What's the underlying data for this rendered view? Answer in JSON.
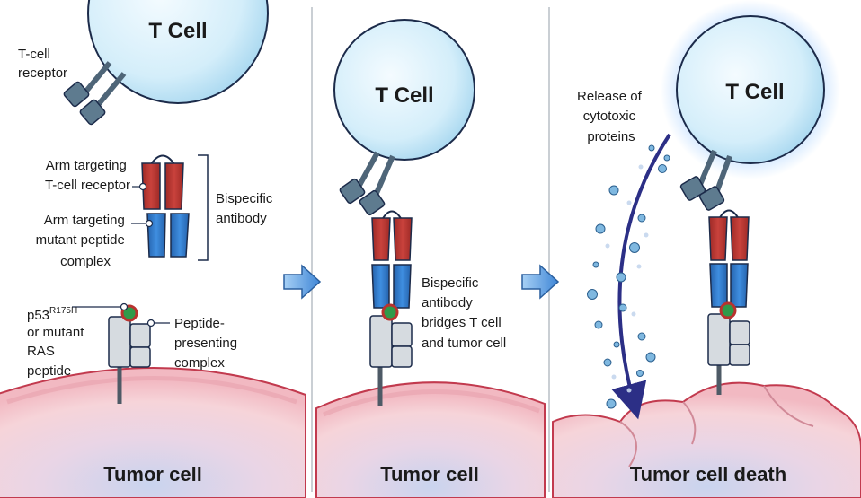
{
  "panel1": {
    "tcell_label": "T Cell",
    "tcr_label": [
      "T-cell",
      "receptor"
    ],
    "arm_tcr_label": [
      "Arm targeting",
      "T-cell receptor"
    ],
    "arm_peptide_label": [
      "Arm targeting",
      "mutant peptide",
      "complex"
    ],
    "bispecific_label": [
      "Bispecific",
      "antibody"
    ],
    "p53_label": "p53",
    "p53_superscript": "R175H",
    "mutant_label": [
      "or mutant",
      "RAS",
      "peptide"
    ],
    "ppc_label": [
      "Peptide-",
      "presenting",
      "complex"
    ],
    "tumor_label": "Tumor cell"
  },
  "panel2": {
    "tcell_label": "T Cell",
    "bridge_label": [
      "Bispecific",
      "antibody",
      "bridges T cell",
      "and tumor cell"
    ],
    "tumor_label": "Tumor cell"
  },
  "panel3": {
    "tcell_label": "T Cell",
    "release_label": [
      "Release of",
      "cytotoxic",
      "proteins"
    ],
    "tumor_label": "Tumor cell death"
  },
  "colors": {
    "tcell_fill": "#d4eefa",
    "tcell_stroke": "#1c2b4a",
    "receptor": "#5e7b8f",
    "antibody_red": "#b8332f",
    "antibody_blue": "#2f76c8",
    "mhc_gray": "#d6dbe0",
    "tumor_fill": "#f6d4d9",
    "tumor_stroke": "#c23a4e",
    "arrow_blue": "#4a8fd8",
    "release_arrow": "#2c2f86",
    "peptide_green": "#2f9a4a"
  }
}
